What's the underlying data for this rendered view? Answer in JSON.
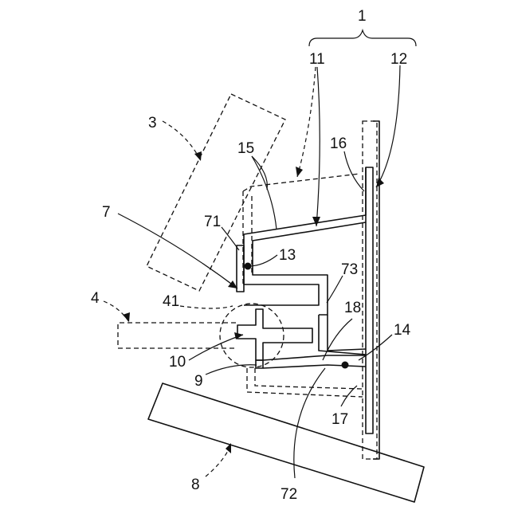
{
  "labels": {
    "assembly": "1",
    "holder": "11",
    "plate": "12",
    "part_3": "3",
    "part_15": "15",
    "part_16": "16",
    "part_7": "7",
    "part_71": "71",
    "part_13": "13",
    "part_73": "73",
    "part_4": "4",
    "part_41": "41",
    "part_18": "18",
    "part_14": "14",
    "part_10": "10",
    "part_9": "9",
    "part_17": "17",
    "part_8": "8",
    "part_72": "72"
  }
}
